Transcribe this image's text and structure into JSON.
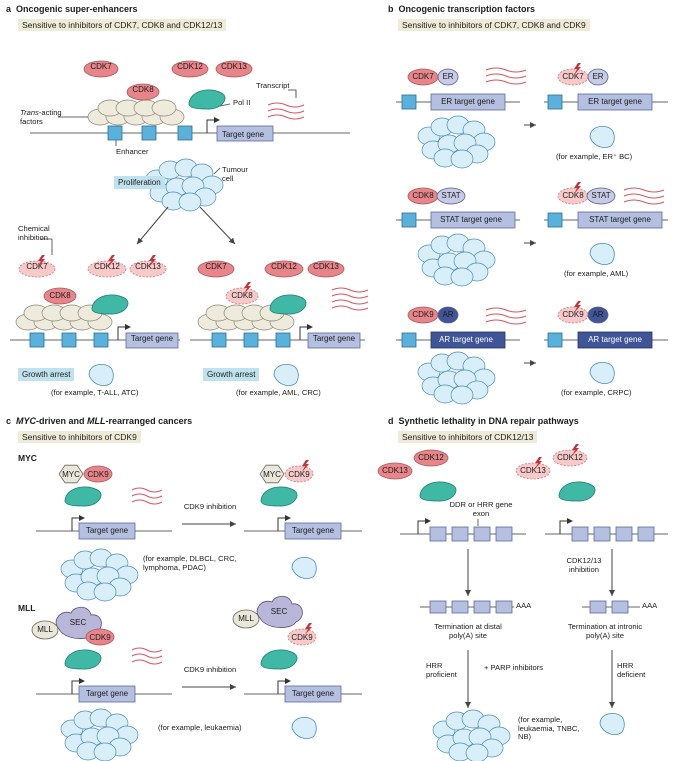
{
  "panel_a": {
    "letter": "a",
    "title": "Oncogenic super-enhancers",
    "subtitle": "Sensitive to inhibitors of CDK7, CDK8 and CDK12/13",
    "cdk7": "CDK7",
    "cdk8": "CDK8",
    "cdk12": "CDK12",
    "cdk13": "CDK13",
    "pol2": "Pol II",
    "transcript": "Transcript",
    "trans_acting_1": "Trans",
    "trans_acting_2": "-acting",
    "trans_acting_3": "factors",
    "enhancer": "Enhancer",
    "target_gene": "Target gene",
    "proliferation": "Proliferation",
    "tumour_cell": "Tumour cell",
    "chemical_inhibition": "Chemical inhibition",
    "growth_arrest": "Growth arrest",
    "example_left": "(for example, T-ALL, ATC)",
    "example_right": "(for example, AML, CRC)"
  },
  "panel_b": {
    "letter": "b",
    "title": "Oncogenic transcription factors",
    "subtitle": "Sensitive to inhibitors of CDK7, CDK8 and CDK9",
    "cdk7": "CDK7",
    "er": "ER",
    "er_gene": "ER target gene",
    "example_er": "(for example, ER⁺ BC)",
    "cdk8": "CDK8",
    "stat": "STAT",
    "stat_gene": "STAT target gene",
    "example_stat": "(for example, AML)",
    "cdk9": "CDK9",
    "ar": "AR",
    "ar_gene": "AR target gene",
    "example_ar": "(for example, CRPC)"
  },
  "panel_c": {
    "letter": "c",
    "title_italic": "MYC",
    "title_mid": "-driven and ",
    "title_italic2": "MLL",
    "title_end": "-rearranged cancers",
    "subtitle": "Sensitive to inhibitors of CDK9",
    "myc_heading": "MYC",
    "myc": "MYC",
    "cdk9": "CDK9",
    "target_gene": "Target gene",
    "cdk9_inhibition": "CDK9 inhibition",
    "example_myc": "(for example, DLBCL, CRC, lymphoma, PDAC)",
    "mll_heading": "MLL",
    "mll": "MLL",
    "sec": "SEC",
    "example_mll": "(for example, leukaemia)"
  },
  "panel_d": {
    "letter": "d",
    "title": "Synthetic lethality in DNA repair pathways",
    "subtitle": "Sensitive to inhibitors of CDK12/13",
    "cdk12": "CDK12",
    "cdk13": "CDK13",
    "ddr_exon": "DDR or HRR gene exon",
    "cdk1213_inhibition": "CDK12/13 inhibition",
    "aaa": "AAA",
    "termination_distal": "Termination at distal poly(A) site",
    "termination_intronic": "Termination at intronic poly(A) site",
    "hrr_proficient": "HRR proficient",
    "hrr_deficient": "HRR deficient",
    "parp": "+ PARP inhibitors",
    "example": "(for example, leukaemia, TNBC, NB)"
  },
  "colors": {
    "cdk_red": "#e8858a",
    "inhibited_pink": "#f7c9c9",
    "pol2_teal": "#3fb8a6",
    "gene_box_light": "#b5bfe0",
    "gene_box_dark": "#3f5598",
    "enhancer_blue": "#5ab1dc",
    "cell_blue": "#d8eef8",
    "factor_cream": "#efebdc",
    "subtitle_bg": "#eeecd8",
    "tag_bg": "#bfe2ee"
  }
}
